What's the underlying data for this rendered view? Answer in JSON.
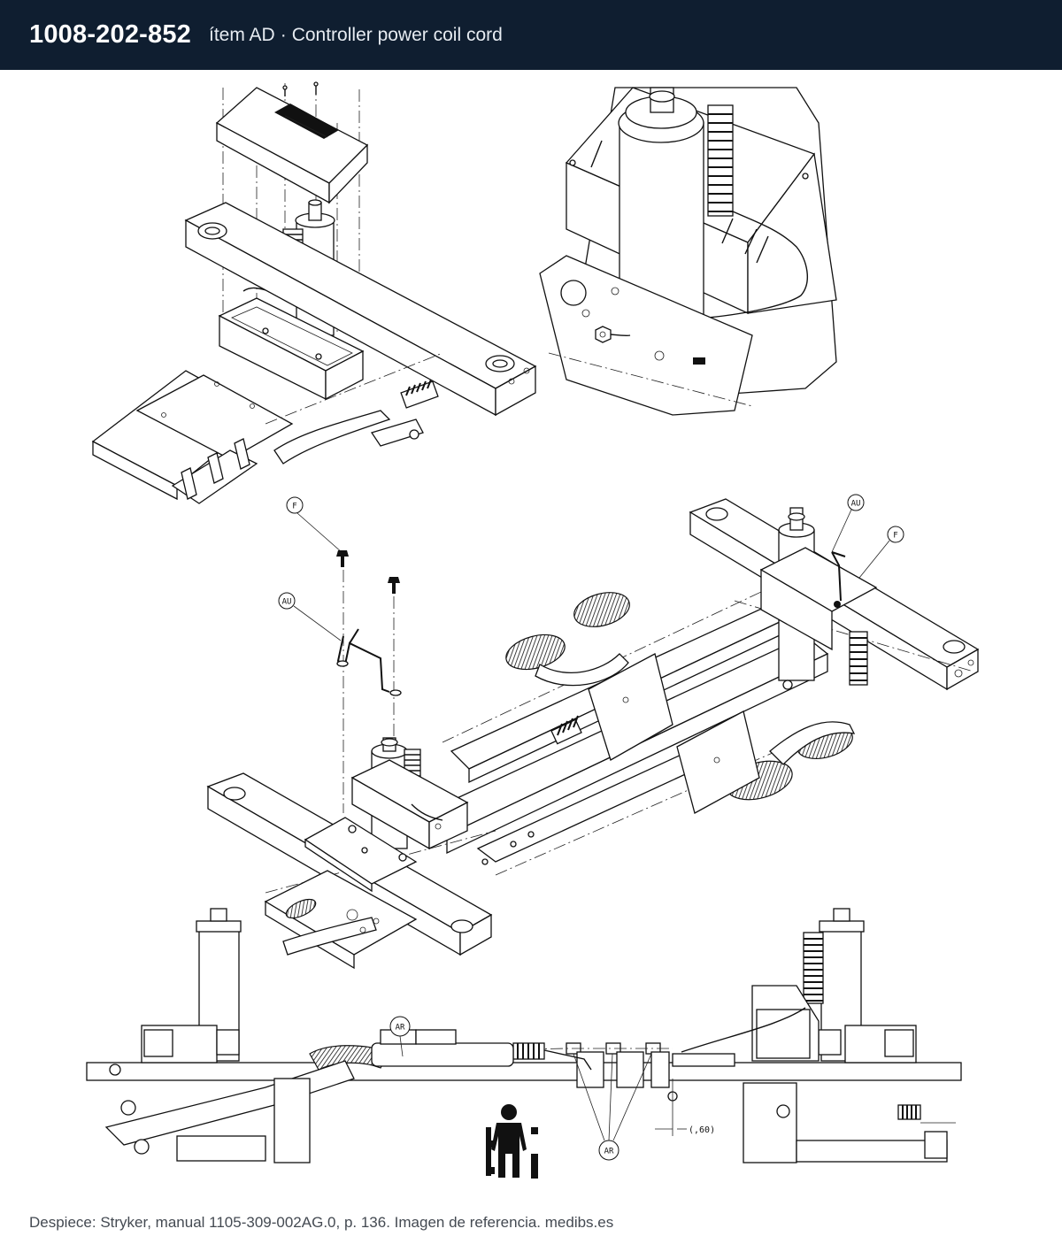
{
  "header": {
    "part_number": "1008-202-852",
    "item_prefix": "ítem AD",
    "separator": "·",
    "description": "Controller power coil cord",
    "background_color": "#0f1e30"
  },
  "callouts": {
    "f_top": "F",
    "au_left": "AU",
    "au_right": "AU",
    "f_right": "F",
    "ar_top": "AR",
    "ar_bottom": "AR"
  },
  "dimension_label": "(,60)",
  "caption": "Despiece: Stryker, manual 1105-309-002AG.0, p. 136. Imagen de referencia. medibs.es"
}
